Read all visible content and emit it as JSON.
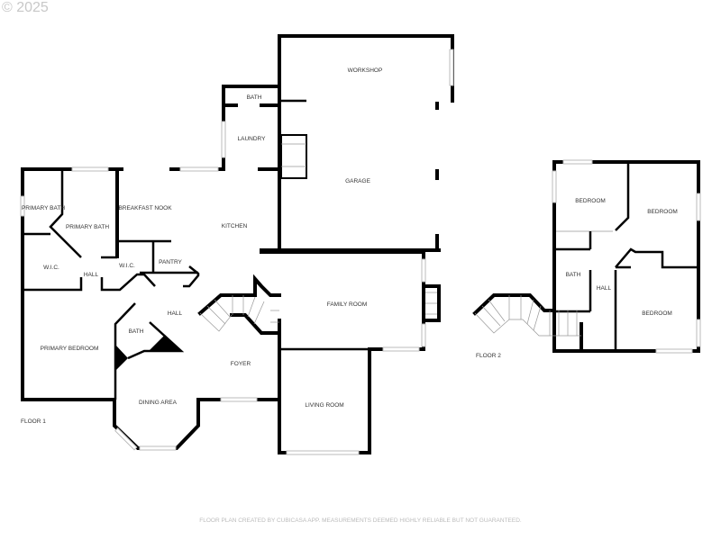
{
  "watermark": "© 2025",
  "footer": "FLOOR PLAN CREATED BY CUBICASA APP. MEASUREMENTS DEEMED HIGHLY RELIABLE BUT NOT GUARANTEED.",
  "floor1": {
    "label": "FLOOR 1",
    "rooms": [
      "WORKSHOP",
      "BATH",
      "LAUNDRY",
      "GARAGE",
      "PRIMARY BATH",
      "PRIMARY BATH",
      "BREAKFAST NOOK",
      "KITCHEN",
      "W.I.C.",
      "HALL",
      "W.I.C.",
      "PANTRY",
      "HALL",
      "BATH",
      "PRIMARY BEDROOM",
      "FAMILY ROOM",
      "FOYER",
      "DINING AREA",
      "LIVING ROOM"
    ]
  },
  "floor2": {
    "label": "FLOOR 2",
    "rooms": [
      "BEDROOM",
      "BEDROOM",
      "BATH",
      "HALL",
      "BEDROOM"
    ]
  }
}
